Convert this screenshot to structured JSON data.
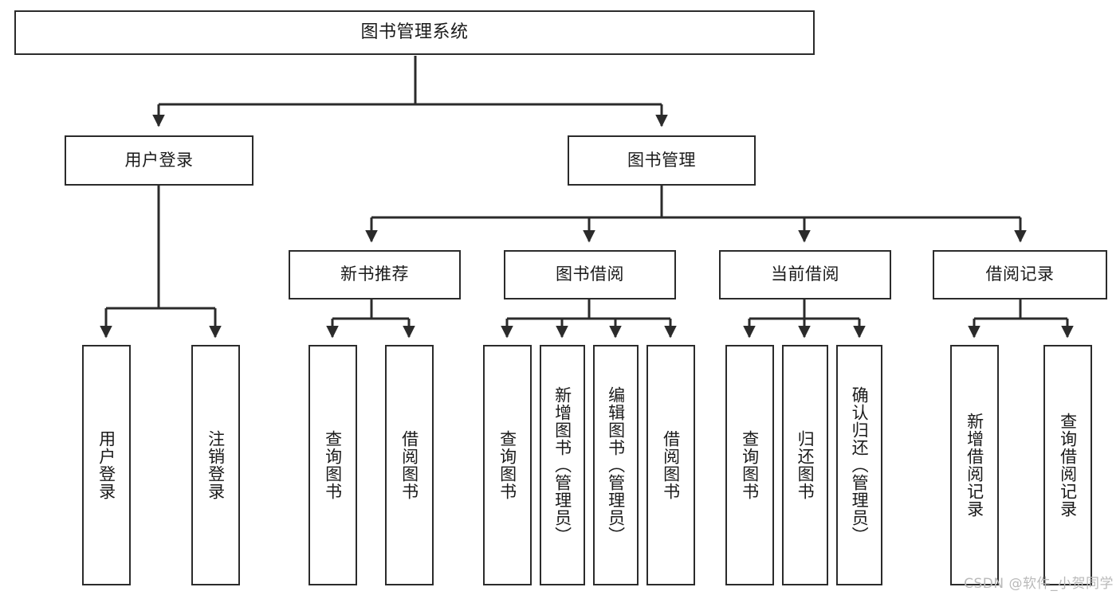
{
  "diagram": {
    "type": "tree-hierarchy-chart",
    "title": "图书管理系统",
    "watermark": "CSDN @软件_小贺同学",
    "colors": {
      "box_border": "#2b2b2b",
      "box_fill": "#ffffff",
      "edge": "#2b2b2b",
      "text": "#1a1a1a",
      "watermark": "#b9b9b9",
      "background": "#ffffff"
    },
    "nodes": {
      "root": {
        "label": "图书管理系统"
      },
      "level2": [
        {
          "id": "user-login",
          "label": "用户登录"
        },
        {
          "id": "book-manage",
          "label": "图书管理"
        }
      ],
      "level3": [
        {
          "id": "new-book-recommend",
          "label": "新书推荐"
        },
        {
          "id": "book-borrow",
          "label": "图书借阅"
        },
        {
          "id": "current-borrow",
          "label": "当前借阅"
        },
        {
          "id": "borrow-record",
          "label": "借阅记录"
        }
      ],
      "leaves": {
        "user_login": [
          {
            "id": "leaf-user-login",
            "label": "用户登录"
          },
          {
            "id": "leaf-logout-login",
            "label": "注销登录"
          }
        ],
        "new_book_recommend": [
          {
            "id": "leaf-query-book-1",
            "label": "查询图书"
          },
          {
            "id": "leaf-borrow-book-1",
            "label": "借阅图书"
          }
        ],
        "book_borrow": [
          {
            "id": "leaf-query-book-2",
            "label": "查询图书"
          },
          {
            "id": "leaf-add-book",
            "label": "新增图书（管理员）"
          },
          {
            "id": "leaf-edit-book",
            "label": "编辑图书（管理员）"
          },
          {
            "id": "leaf-borrow-book-2",
            "label": "借阅图书"
          }
        ],
        "current_borrow": [
          {
            "id": "leaf-query-book-3",
            "label": "查询图书"
          },
          {
            "id": "leaf-return-book",
            "label": "归还图书"
          },
          {
            "id": "leaf-confirm-return",
            "label": "确认归还（管理员）"
          }
        ],
        "borrow_record": [
          {
            "id": "leaf-add-record",
            "label": "新增借阅记录"
          },
          {
            "id": "leaf-query-record",
            "label": "查询借阅记录"
          }
        ]
      }
    }
  }
}
